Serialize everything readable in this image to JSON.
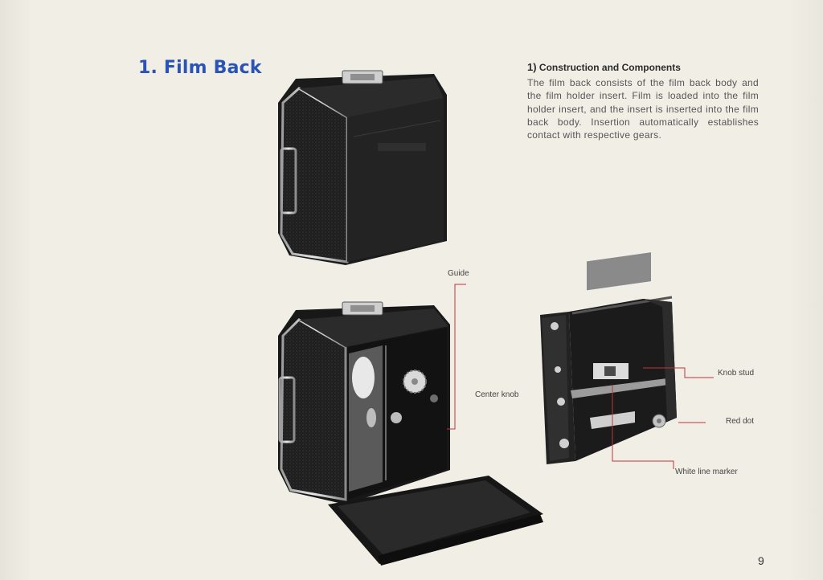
{
  "heading": "1. Film Back",
  "section": {
    "number": "1)",
    "title": "Construction and Components",
    "body": "The film back consists of the film back body and the film holder insert. Film is loaded into the film holder insert, and the insert is inserted into the film back body. Insertion automatically establishes contact with respective gears."
  },
  "labels": {
    "guide": "Guide",
    "center_knob": "Center knob",
    "knob_stud": "Knob stud",
    "red_dot": "Red dot",
    "white_line_marker": "White line marker"
  },
  "page_number": "9",
  "colors": {
    "heading_blue": "#2a53b8",
    "leader_red": "#c0333c",
    "paper": "#efece3"
  }
}
